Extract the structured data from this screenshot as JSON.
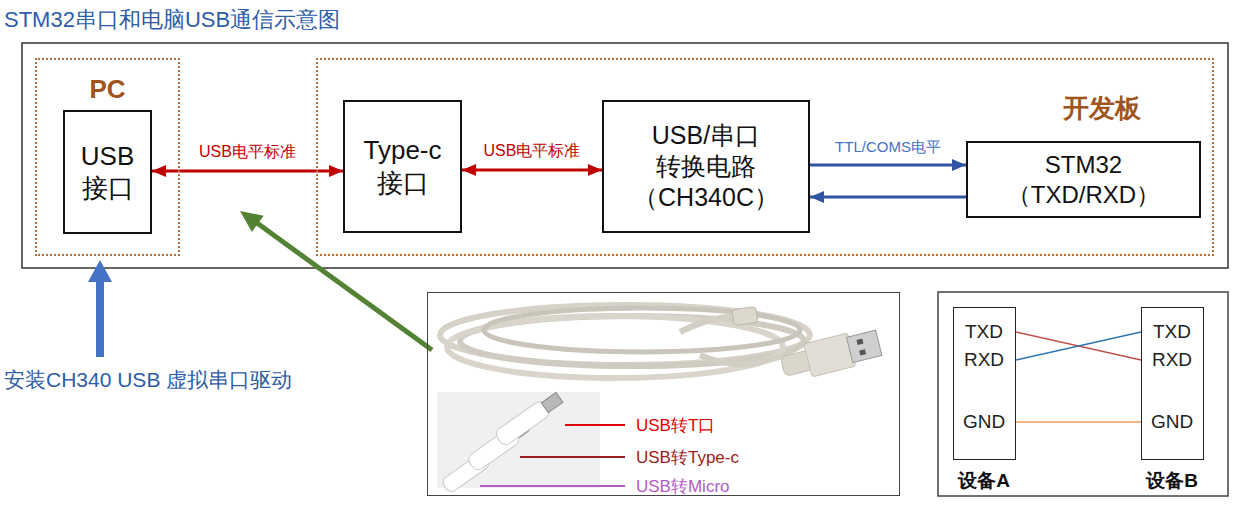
{
  "diagram": {
    "title": "STM32串口和电脑USB通信示意图",
    "nodes": [
      {
        "text": [
          "PC"
        ]
      },
      {
        "text": [
          "USB 接口"
        ],
        "in": 0
      },
      {
        "text": [
          "开发板"
        ]
      },
      {
        "text": [
          "Type-c 接口"
        ],
        "in": 2
      },
      {
        "text": [
          "USB/串口 转换电路 （CH340C）"
        ],
        "in": 2
      },
      {
        "text": [
          "STM32 （TXD/RXD）"
        ],
        "in": 2
      },
      {
        "text": [
          "USB转T口",
          "USB转Type-c",
          "USB转Micro"
        ]
      },
      {
        "text": [
          "TXD",
          "RXD",
          "GND",
          "设备A"
        ]
      },
      {
        "text": [
          "TXD",
          "RXD",
          "GND",
          "设备B"
        ]
      }
    ],
    "edges": [
      {
        "from": 1,
        "to": 3,
        "label": "USB电平标准",
        "arrow": "both"
      },
      {
        "from": 3,
        "to": 4,
        "label": "USB电平标准",
        "arrow": "both"
      },
      {
        "from": 4,
        "to": 5,
        "label": "TTL/COMS电平",
        "arrow": "to"
      },
      {
        "from": 5,
        "to": 4,
        "arrow": "to"
      },
      {
        "from": 7,
        "to": 8,
        "arrow": "none"
      },
      {
        "from": 7,
        "to": 8,
        "arrow": "none"
      },
      {
        "from": 7,
        "to": 8,
        "arrow": "none"
      }
    ],
    "labels": [
      "安装CH340 USB 虚拟串口驱动"
    ]
  }
}
